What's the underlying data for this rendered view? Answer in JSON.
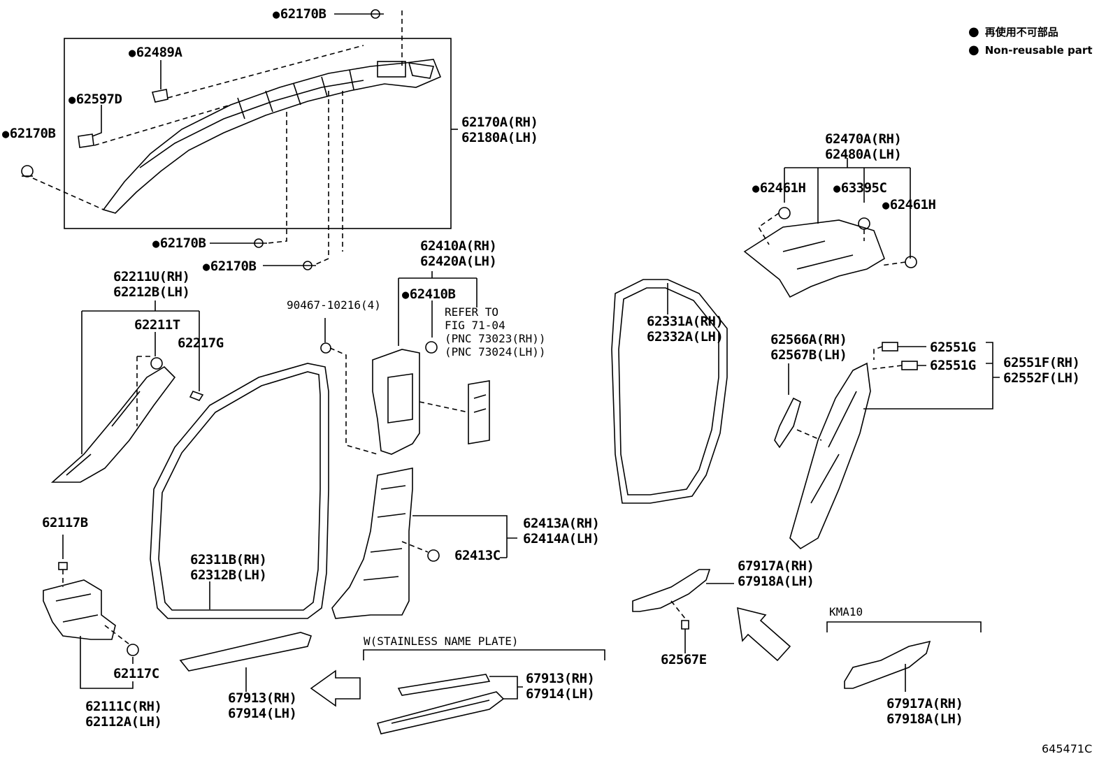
{
  "legend": {
    "jp": "再使用不可部品",
    "en": "Non-reusable part"
  },
  "figure_code": "645471C",
  "labels": {
    "p62170B_top": "62170B",
    "p62489A": "62489A",
    "p62597D": "62597D",
    "p62170B_left": "62170B",
    "p62170A": [
      "62170A(RH)",
      "62180A(LH)"
    ],
    "p62170B_mid1": "62170B",
    "p62170B_mid2": "62170B",
    "p62211U": [
      "62211U(RH)",
      "62212B(LH)"
    ],
    "p62211T": "62211T",
    "p62217G": "62217G",
    "p90467": "90467-10216(4)",
    "p62410A": [
      "62410A(RH)",
      "62420A(LH)"
    ],
    "p62410B": "62410B",
    "refer": [
      "REFER TO",
      "FIG 71-04",
      "(PNC 73023(RH))",
      "(PNC 73024(LH))"
    ],
    "p62470A": [
      "62470A(RH)",
      "62480A(LH)"
    ],
    "p62461H_a": "62461H",
    "p63395C": "63395C",
    "p62461H_b": "62461H",
    "p62331A": [
      "62331A(RH)",
      "62332A(LH)"
    ],
    "p62566A": [
      "62566A(RH)",
      "62567B(LH)"
    ],
    "p62551G_a": "62551G",
    "p62551G_b": "62551G",
    "p62551F": [
      "62551F(RH)",
      "62552F(LH)"
    ],
    "p62117B": "62117B",
    "p62413A": [
      "62413A(RH)",
      "62414A(LH)"
    ],
    "p62413C": "62413C",
    "p62311B": [
      "62311B(RH)",
      "62312B(LH)"
    ],
    "p62117C": "62117C",
    "p62111C": [
      "62111C(RH)",
      "62112A(LH)"
    ],
    "p67913_a": [
      "67913(RH)",
      "67914(LH)"
    ],
    "stainless": "W(STAINLESS NAME PLATE)",
    "p67913_b": [
      "67913(RH)",
      "67914(LH)"
    ],
    "p67917A_a": [
      "67917A(RH)",
      "67918A(LH)"
    ],
    "p62567E": "62567E",
    "kma": "KMA10",
    "p67917A_b": [
      "67917A(RH)",
      "67918A(LH)"
    ]
  }
}
